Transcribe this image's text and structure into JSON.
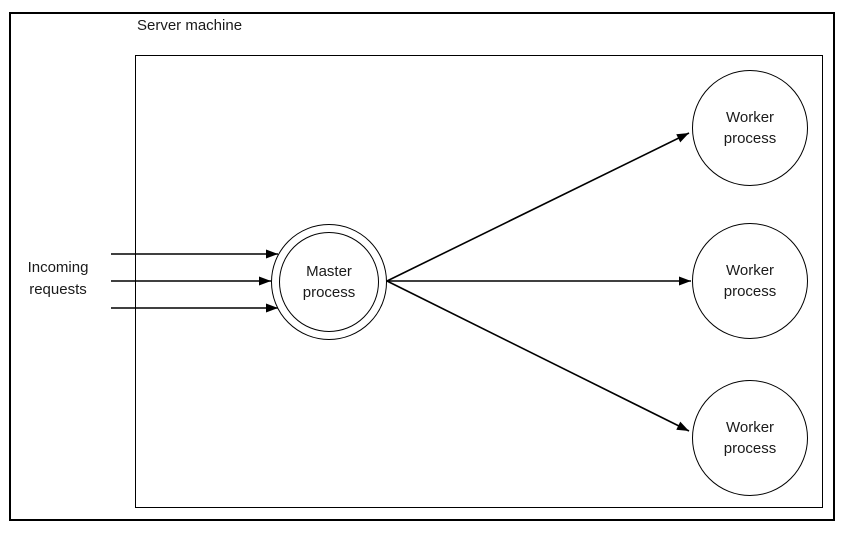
{
  "diagram": {
    "server_box_label": "Server machine",
    "incoming_label": "Incoming requests",
    "master": {
      "label": "Master process"
    },
    "workers": [
      {
        "label": "Worker process"
      },
      {
        "label": "Worker process"
      },
      {
        "label": "Worker process"
      }
    ],
    "colors": {
      "stroke": "#000000",
      "background": "#ffffff",
      "text": "#1a1a1a"
    }
  }
}
